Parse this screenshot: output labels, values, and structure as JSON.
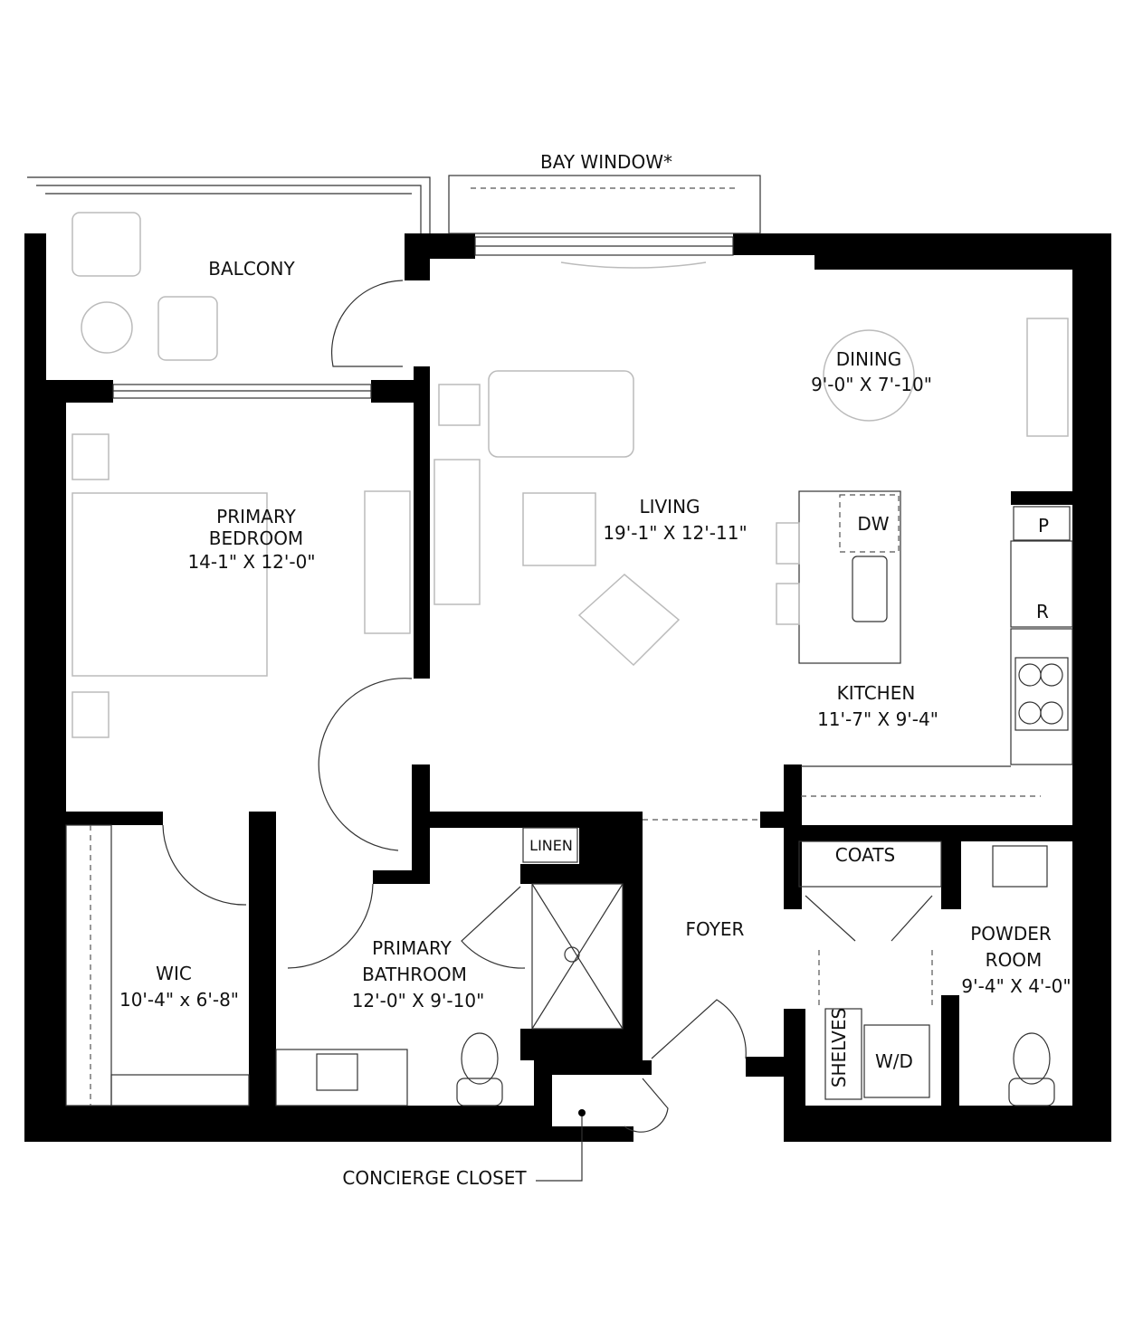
{
  "plan": {
    "wall_color": "#000000",
    "furniture_color": "#bbbbbb",
    "rooms": {
      "bay_window": "BAY WINDOW*",
      "balcony": "BALCONY",
      "dining": {
        "name": "DINING",
        "size": "9'-0\" X 7'-10\""
      },
      "living": {
        "name": "LIVING",
        "size": "19'-1\" X 12'-11\""
      },
      "primary_bedroom": {
        "name1": "PRIMARY",
        "name2": "BEDROOM",
        "size": "14-1\" X 12'-0\""
      },
      "kitchen": {
        "name": "KITCHEN",
        "size": "11'-7\" X 9'-4\""
      },
      "wic": {
        "name": "WIC",
        "size": "10'-4\" x 6'-8\""
      },
      "primary_bathroom": {
        "name1": "PRIMARY",
        "name2": "BATHROOM",
        "size": "12'-0\" X 9'-10\""
      },
      "foyer": "FOYER",
      "powder_room": {
        "name1": "POWDER",
        "name2": "ROOM",
        "size": "9'-4\" X 4'-0\""
      },
      "linen": "LINEN",
      "coats": "COATS",
      "shelves": "SHELVES",
      "washer_dryer": "W/D",
      "concierge_closet": "CONCIERGE CLOSET"
    },
    "appliances": {
      "dishwasher": "DW",
      "pantry": "P",
      "refrigerator": "R"
    }
  }
}
